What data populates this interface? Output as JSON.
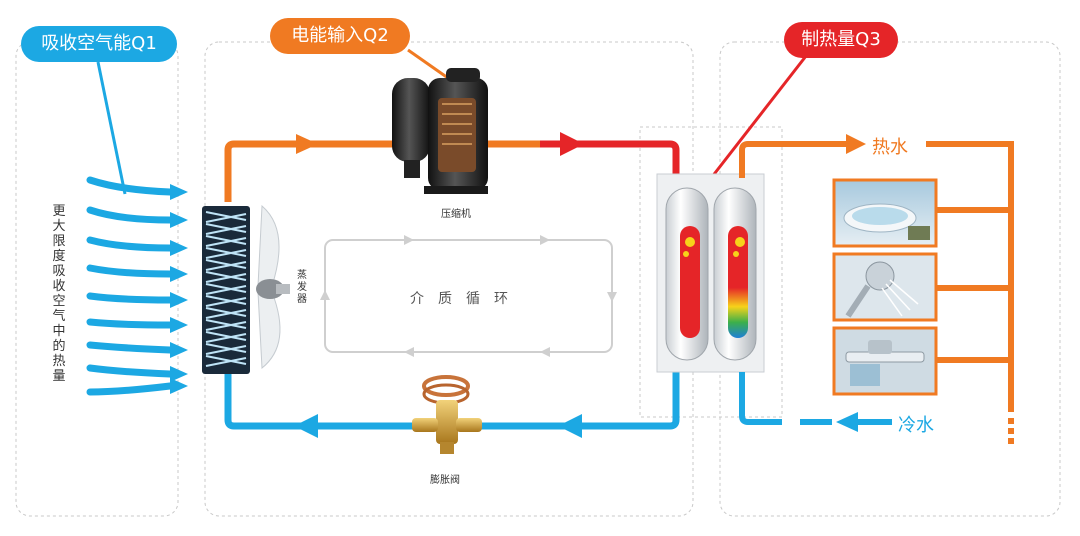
{
  "labels": {
    "q1": "吸收空气能Q1",
    "q2": "电能输入Q2",
    "q3": "制热量Q3",
    "absorb_more": "更大限度吸收空气中的热量",
    "evaporator": "蒸发器",
    "compressor": "压缩机",
    "expansion_valve": "膨胀阀",
    "medium_cycle": "介质循环",
    "hot_water": "热水",
    "cold_water": "冷水"
  },
  "colors": {
    "q1_blue": "#1ca8e3",
    "q2_orange": "#f07a22",
    "q3_red": "#e52528",
    "hot_pipe": "#f07a22",
    "hot_red": "#e52528",
    "cold_pipe": "#1ca8e3",
    "cycle_gray": "#cfcfcf"
  },
  "icons": [
    "air-flow-icon",
    "evaporator-coil-icon",
    "fan-icon",
    "compressor-icon",
    "expansion-valve-icon",
    "water-tank-icon",
    "bathtub-icon",
    "shower-icon",
    "faucet-icon"
  ]
}
